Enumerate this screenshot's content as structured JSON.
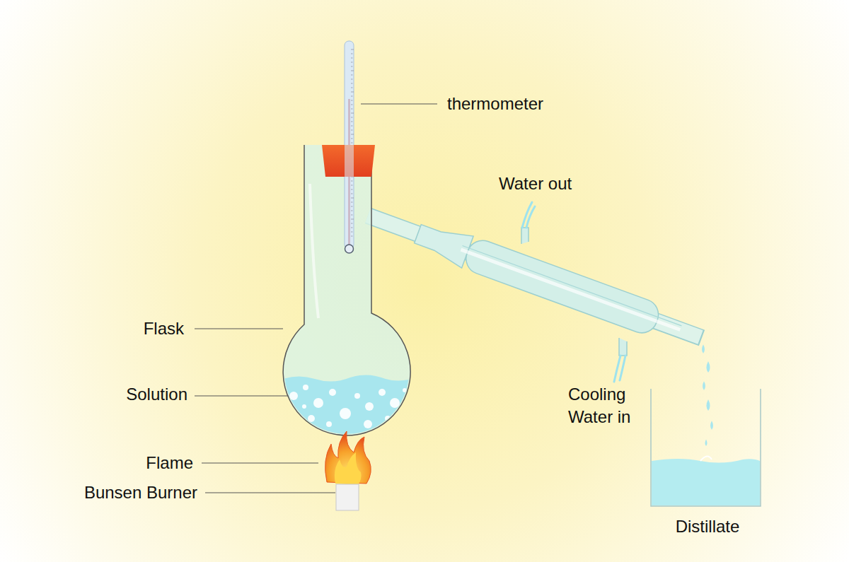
{
  "diagram": {
    "labels": [
      "thermometer",
      "Water out",
      "Flask",
      "Solution",
      "Flame",
      "Bunsen Burner",
      "Cooling Water in",
      "Distillate"
    ]
  }
}
